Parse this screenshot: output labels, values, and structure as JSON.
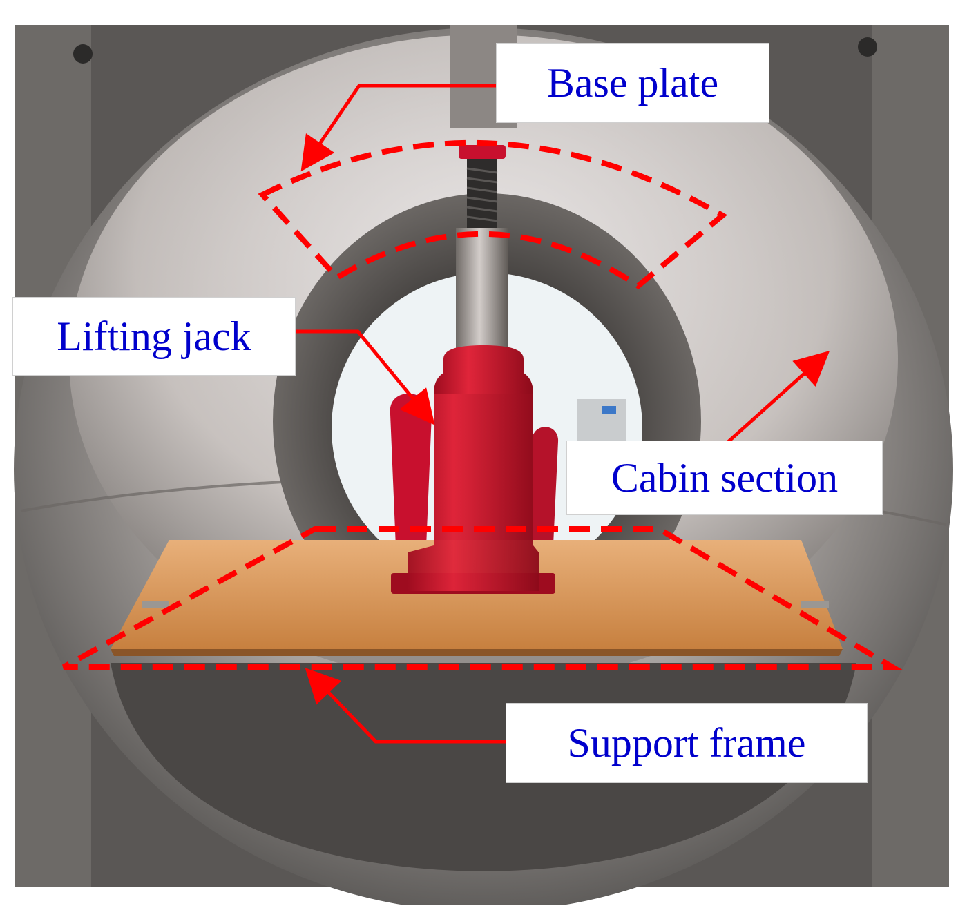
{
  "colors": {
    "annotation": "#ff0000",
    "label_text": "#0000cc",
    "jack": "#c8102e",
    "plate": "#d9914a",
    "cabin_metal": "#8a8784"
  },
  "labels": {
    "base_plate": "Base plate",
    "lifting_jack": "Lifting jack",
    "cabin_section": "Cabin section",
    "support_frame": "Support frame"
  }
}
